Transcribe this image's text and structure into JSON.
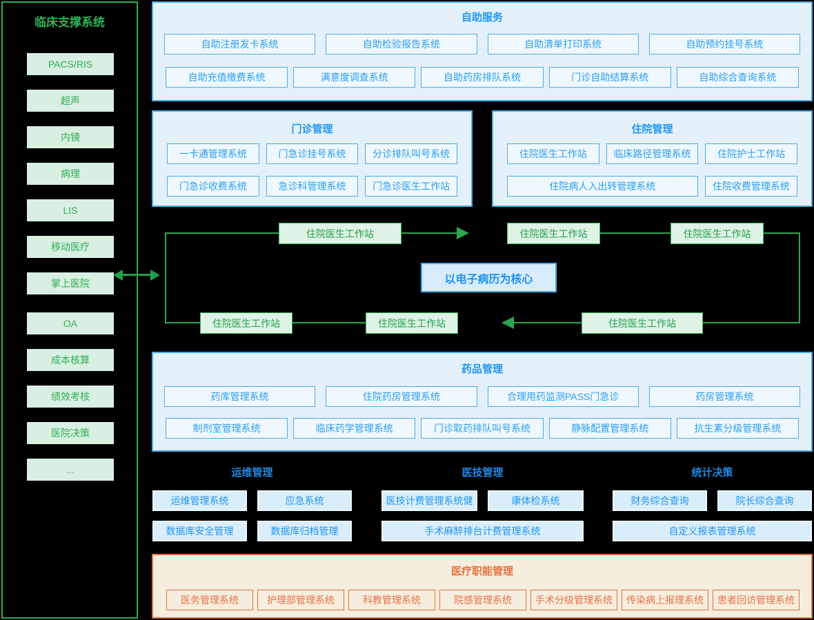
{
  "colors": {
    "blue": "#2196f3",
    "green": "#2aae52",
    "orange": "#e8703c"
  },
  "sidebar": {
    "title": "临床支撑系统",
    "items": [
      "PACS/RIS",
      "超声",
      "内镜",
      "病理",
      "LIS",
      "移动医疗",
      "掌上医院",
      "OA",
      "成本核算",
      "绩效考核",
      "医院决策",
      "..."
    ]
  },
  "self_service": {
    "title": "自助服务",
    "row1": [
      "自助注册发卡系统",
      "自助检验报告系统",
      "自助清单打印系统",
      "自助预约挂号系统"
    ],
    "row2": [
      "自助充值缴费系统",
      "满意度调查系统",
      "自助药房排队系统",
      "门诊自助结算系统",
      "自助综合查询系统"
    ]
  },
  "outpatient": {
    "title": "门诊管理",
    "row1": [
      "一卡通管理系统",
      "门急诊挂号系统",
      "分诊排队叫号系统"
    ],
    "row2": [
      "门急诊收费系统",
      "急诊科管理系统",
      "门急诊医生工作站"
    ]
  },
  "inpatient": {
    "title": "住院管理",
    "row1": [
      "住院医生工作站",
      "临床路径管理系统",
      "住院护士工作站"
    ],
    "row2": [
      "住院病人入出转管理系统",
      "住院收费管理系统"
    ]
  },
  "emr": {
    "core": "以电子病历为核心",
    "station": "住院医生工作站"
  },
  "pharmacy": {
    "title": "药品管理",
    "row1": [
      "药库管理系统",
      "住院药房管理系统",
      "合理用药监测PASS门急诊",
      "药房管理系统"
    ],
    "row2": [
      "制剂室管理系统",
      "临床药学管理系统",
      "门诊取药排队叫号系统",
      "静脉配置管理系统",
      "抗生素分级管理系统"
    ]
  },
  "ops": {
    "title": "运维管理",
    "row1": [
      "运维管理系统",
      "应急系统"
    ],
    "row2": [
      "数据库安全管理",
      "数据库归档管理"
    ]
  },
  "medtech": {
    "title": "医技管理",
    "row1": [
      "医技计费管理系统健",
      "康体检系统"
    ],
    "row2": [
      "手术麻醉排台计费管理系统"
    ]
  },
  "stats": {
    "title": "统计决策",
    "row1": [
      "财务综合查询",
      "院长综合查询"
    ],
    "row2": [
      "自定义报表管理系统"
    ]
  },
  "medical_admin": {
    "title": "医疗职能管理",
    "items": [
      "医务管理系统",
      "护理部管理系统",
      "科教管理系统",
      "院感管理系统",
      "手术分级管理系统",
      "传染病上报理系统",
      "患者回访管理系统"
    ]
  }
}
